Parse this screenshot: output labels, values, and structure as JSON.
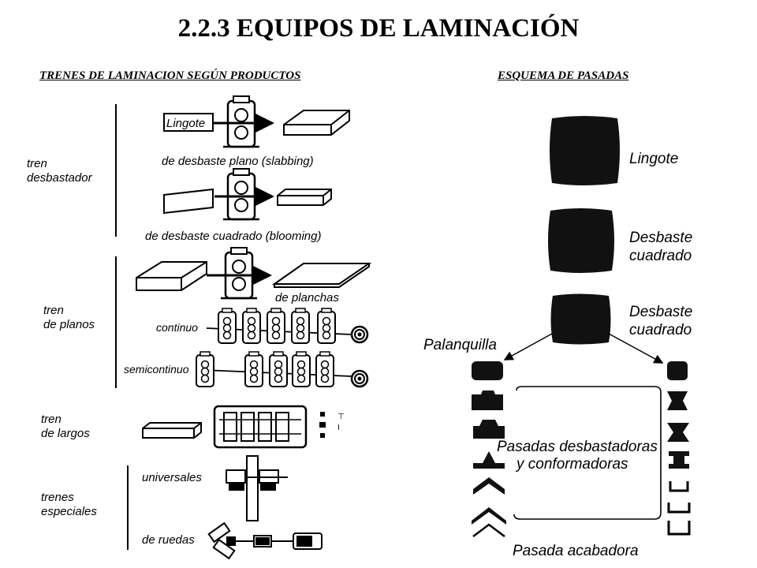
{
  "title": "2.2.3  EQUIPOS DE LAMINACIÓN",
  "left_heading": "TRENES DE LAMINACION SEGÚN PRODUCTOS",
  "right_heading": "ESQUEMA DE PASADAS",
  "left": {
    "groups": {
      "desbastador": [
        "tren",
        "desbastador"
      ],
      "planos": [
        "tren",
        "de planos"
      ],
      "largos": [
        "tren",
        "de largos"
      ],
      "especiales": [
        "trenes",
        "especiales"
      ]
    },
    "captions": {
      "lingote": "Lingote",
      "slabbing": "de desbaste plano (slabbing)",
      "blooming": "de desbaste cuadrado (blooming)",
      "planchas": "de planchas",
      "continuo": "continuo",
      "semicontinuo": "semicontinuo",
      "universales": "universales",
      "ruedas": "de ruedas"
    }
  },
  "right": {
    "lingote": "Lingote",
    "desbaste1": [
      "Desbaste",
      "cuadrado"
    ],
    "desbaste2": [
      "Desbaste",
      "cuadrado"
    ],
    "palanquilla": "Palanquilla",
    "pasadas": [
      "Pasadas desbastadoras",
      "y conformadoras"
    ],
    "acabadora": "Pasada acabadora"
  }
}
